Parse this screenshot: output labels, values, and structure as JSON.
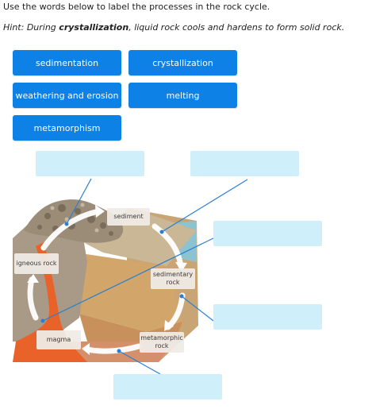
{
  "instructions": "Use the words below to label the processes in the rock cycle.",
  "hint": {
    "prefix": "Hint: During ",
    "term": "crystallization",
    "suffix": ", liquid rock cools and hardens to form solid rock."
  },
  "word_bank": [
    "sedimentation",
    "crystallization",
    "weathering and erosion",
    "melting",
    "metamorphism"
  ],
  "diagram_labels": {
    "sediment": "sediment",
    "igneous": "igneous rock",
    "sedimentary": "sedimentary rock",
    "magma": "magma",
    "metamorphic": "metamorphic rock"
  },
  "colors": {
    "chip": "#0e81e6",
    "dropzone": "#cfeffb",
    "leader_line": "#2a7fd0"
  }
}
